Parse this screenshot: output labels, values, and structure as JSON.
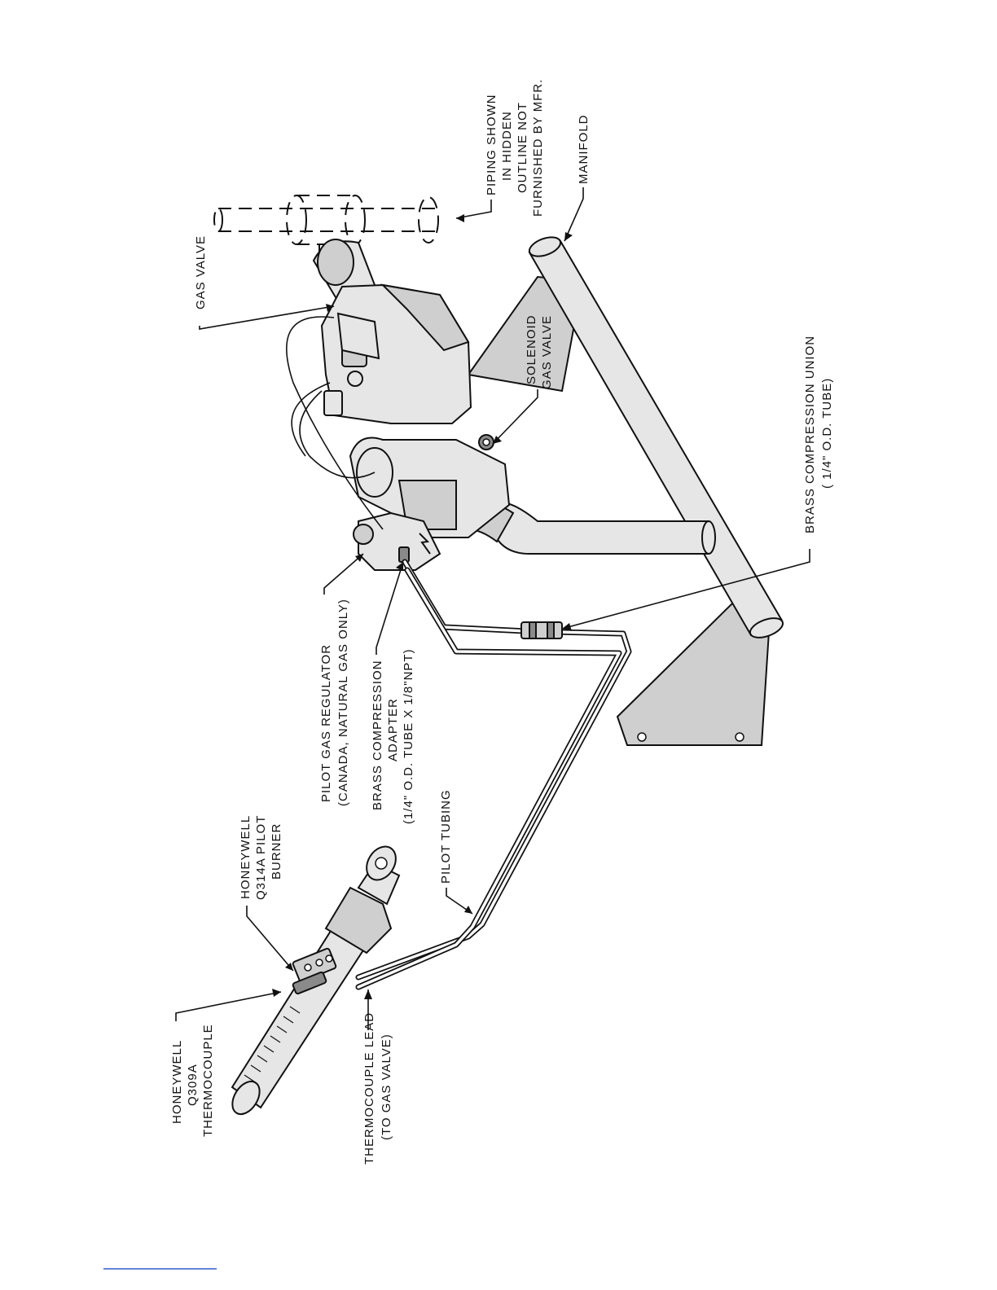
{
  "labels": {
    "piping_hidden": [
      "PIPING SHOWN",
      "IN HIDDEN",
      "OUTLINE NOT",
      "FURNISHED BY MFR."
    ],
    "manifold": "MANIFOLD",
    "gas_valve": "GAS VALVE",
    "solenoid": [
      "SOLENOID",
      "GAS VALVE"
    ],
    "brass_union": [
      "BRASS COMPRESSION UNION",
      "( 1/4\" O.D. TUBE)"
    ],
    "pilot_regulator": [
      "PILOT GAS REGULATOR",
      "(CANADA, NATURAL GAS ONLY)"
    ],
    "brass_adapter": [
      "BRASS COMPRESSION",
      "ADAPTER",
      "(1/4\" O.D. TUBE X 1/8\"NPT)"
    ],
    "pilot_tubing": "PILOT TUBING",
    "pilot_burner": [
      "HONEYWELL",
      "Q314A PILOT",
      "BURNER"
    ],
    "thermocouple": [
      "HONEYWELL",
      "Q309A",
      "THERMOCOUPLE"
    ],
    "thermocouple_lead": [
      "THERMOCOUPLE LEAD",
      "(TO GAS VALVE)"
    ]
  }
}
